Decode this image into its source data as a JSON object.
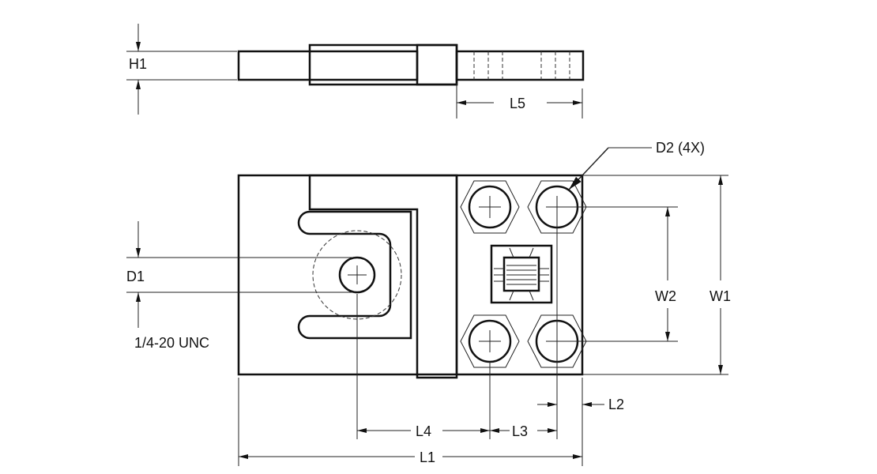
{
  "labels": {
    "h1": "H1",
    "l5": "L5",
    "d2": "D2 (4X)",
    "d1": "D1",
    "thread": "1/4-20 UNC",
    "w2": "W2",
    "w1": "W1",
    "l2": "L2",
    "l3": "L3",
    "l4": "L4",
    "l1": "L1"
  },
  "colors": {
    "line": "#111111",
    "background": "#ffffff"
  }
}
